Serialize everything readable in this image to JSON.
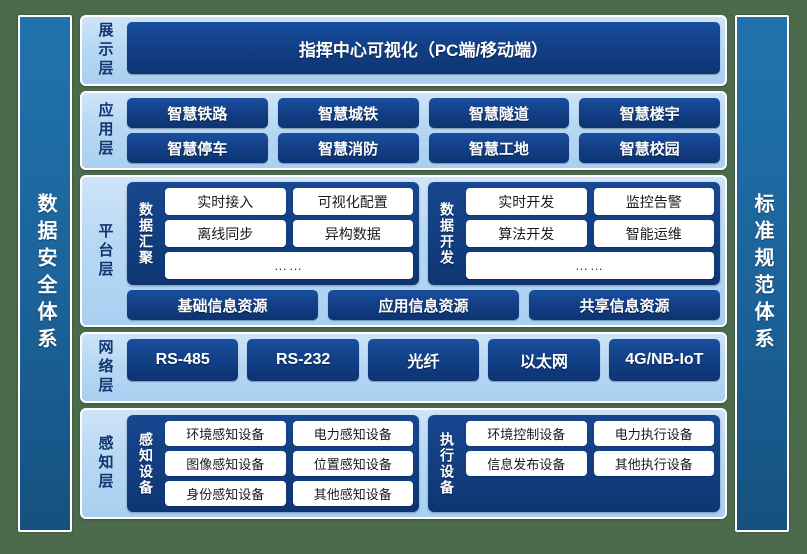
{
  "pillars": {
    "left": {
      "name": "data-security-system",
      "label": "数据安全体系"
    },
    "right": {
      "name": "standard-specification-system",
      "label": "标准规范体系"
    }
  },
  "colors": {
    "background": "#4c6b4d",
    "pillar": "#1b6299",
    "layer_panel": "#b7d8f4",
    "tile": "#123f86",
    "tile_text": "#ffffff",
    "white_tile": "#ffffff",
    "label_text": "#11356f"
  },
  "layers": [
    {
      "id": "display-layer",
      "label": "展示层",
      "items": [
        "指挥中心可视化（PC端/移动端）"
      ]
    },
    {
      "id": "application-layer",
      "label": "应用层",
      "rows": [
        [
          "智慧铁路",
          "智慧城铁",
          "智慧隧道",
          "智慧楼宇"
        ],
        [
          "智慧停车",
          "智慧消防",
          "智慧工地",
          "智慧校园"
        ]
      ]
    },
    {
      "id": "platform-layer",
      "label": "平台层",
      "groups": [
        {
          "id": "data-aggregation-group",
          "label": "数据汇聚",
          "rows": [
            [
              "实时接入",
              "可视化配置"
            ],
            [
              "离线同步",
              "异构数据"
            ],
            [
              "……"
            ]
          ]
        },
        {
          "id": "data-development-group",
          "label": "数据开发",
          "rows": [
            [
              "实时开发",
              "监控告警"
            ],
            [
              "算法开发",
              "智能运维"
            ],
            [
              "……"
            ]
          ]
        }
      ],
      "resources": [
        "基础信息资源",
        "应用信息资源",
        "共享信息资源"
      ]
    },
    {
      "id": "network-layer",
      "label": "网络层",
      "items": [
        "RS-485",
        "RS-232",
        "光纤",
        "以太网",
        "4G/NB-IoT"
      ]
    },
    {
      "id": "sensing-layer",
      "label": "感知层",
      "groups": [
        {
          "id": "sensing-device-group",
          "label": "感知设备",
          "rows": [
            [
              "环境感知设备",
              "电力感知设备"
            ],
            [
              "图像感知设备",
              "位置感知设备"
            ],
            [
              "身份感知设备",
              "其他感知设备"
            ]
          ]
        },
        {
          "id": "actuator-device-group",
          "label": "执行设备",
          "rows": [
            [
              "环境控制设备",
              "电力执行设备"
            ],
            [
              "信息发布设备",
              "其他执行设备"
            ]
          ]
        }
      ]
    }
  ]
}
